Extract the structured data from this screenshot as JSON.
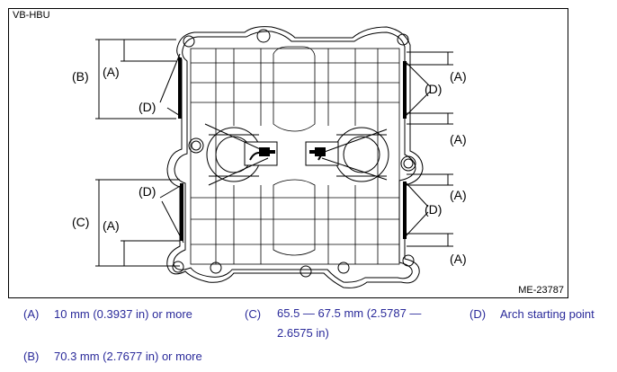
{
  "figure": {
    "id": "VB-HBU",
    "code": "ME-23787",
    "labels": {
      "a": "(A)",
      "b": "(B)",
      "c": "(C)",
      "d": "(D)"
    }
  },
  "legend": [
    {
      "key": "(A)",
      "text": "10 mm (0.3937 in) or more"
    },
    {
      "key": "(B)",
      "text": "70.3 mm (2.7677 in) or more"
    },
    {
      "key": "(C)",
      "text": "65.5 — 67.5 mm (2.5787 — 2.6575 in)"
    },
    {
      "key": "(D)",
      "text": "Arch starting point"
    }
  ],
  "colors": {
    "legend_text": "#2a2a9a",
    "line": "#000000"
  }
}
